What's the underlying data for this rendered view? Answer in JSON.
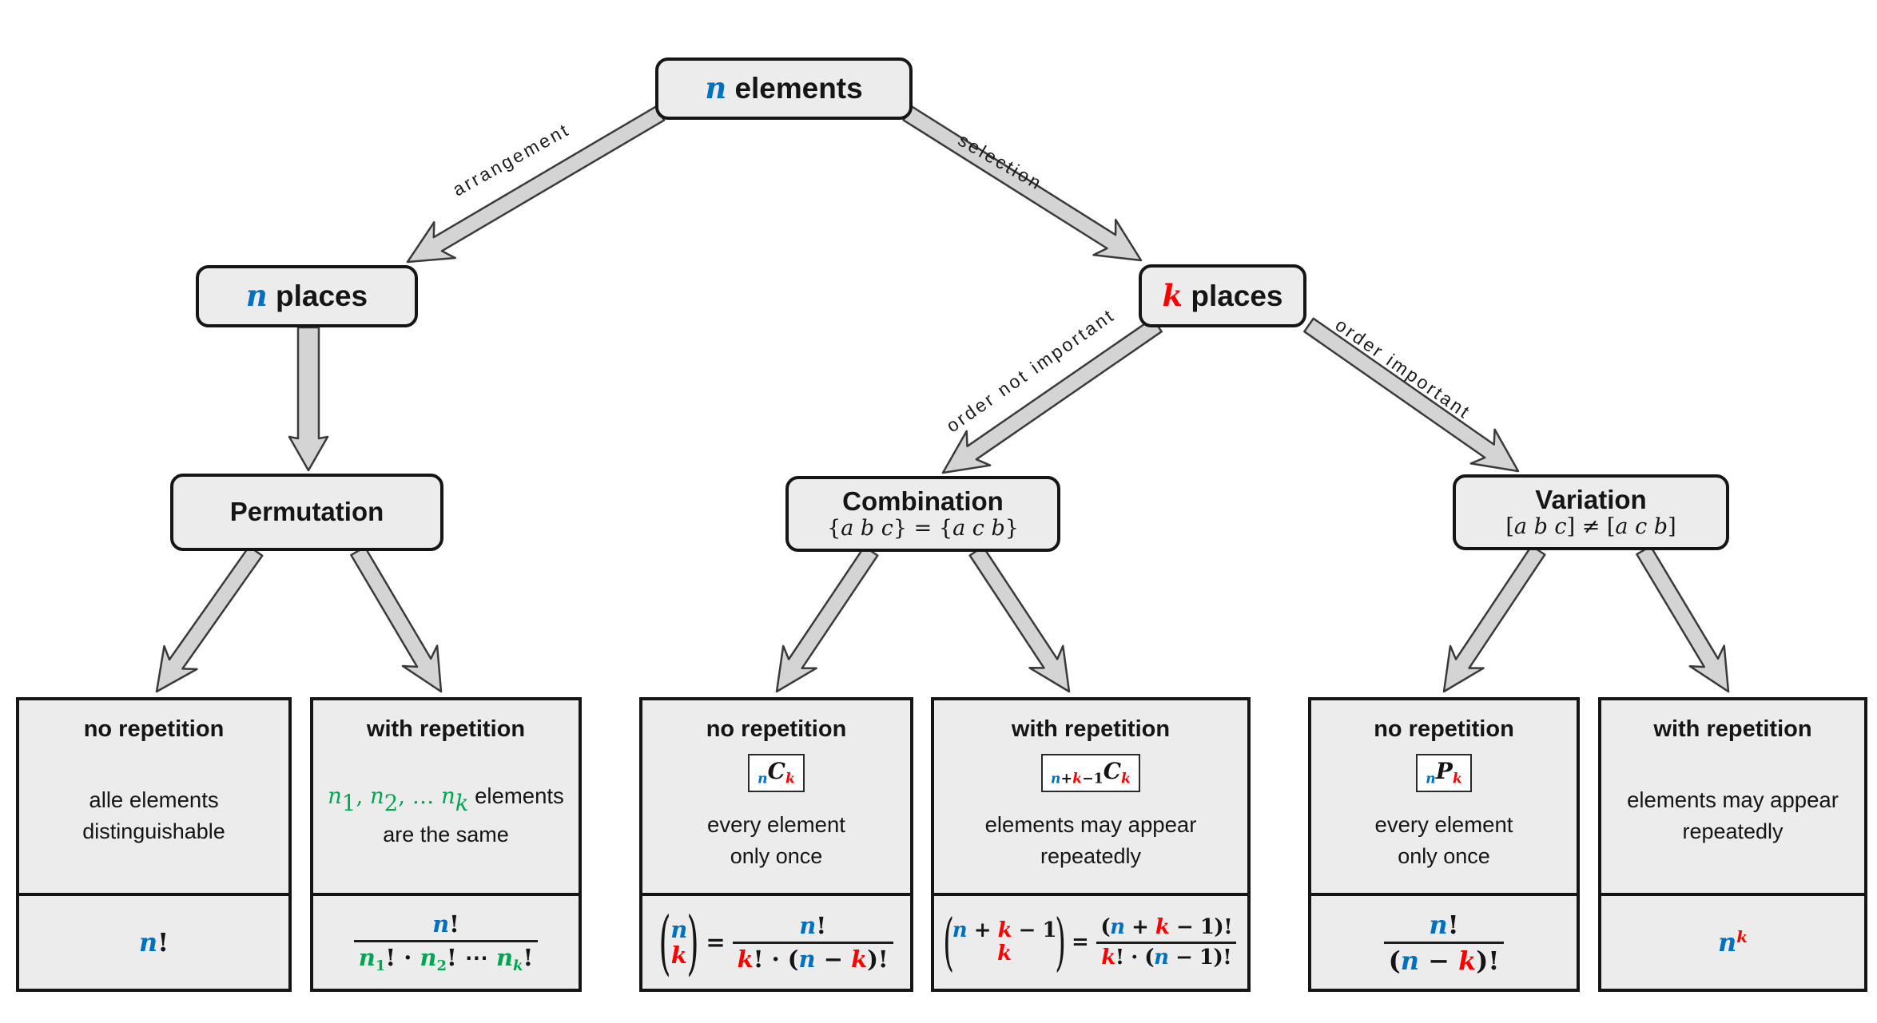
{
  "colors": {
    "blue": "#0070C0",
    "red": "#FF0000",
    "green": "#00A651",
    "ink": "#151515"
  },
  "nodes": {
    "root": {
      "label": [
        {
          "t": "n",
          "c": "blue",
          "i": 1
        },
        {
          "t": " elements",
          "pb": 1
        }
      ]
    },
    "n_places": {
      "label": [
        {
          "t": "n",
          "c": "blue",
          "i": 1
        },
        {
          "t": " places",
          "pb": 1
        }
      ]
    },
    "k_places": {
      "label": [
        {
          "t": "k",
          "c": "red",
          "i": 1
        },
        {
          "t": " places",
          "pb": 1
        }
      ]
    },
    "permutation": {
      "title": "Permutation"
    },
    "combination": {
      "title": "Combination",
      "subtitle": [
        {
          "t": "{"
        },
        {
          "t": "a b c",
          "i": 1
        },
        {
          "t": "} = {"
        },
        {
          "t": "a c b",
          "i": 1
        },
        {
          "t": "}"
        }
      ]
    },
    "variation": {
      "title": "Variation",
      "subtitle": [
        {
          "t": "["
        },
        {
          "t": "a b c",
          "i": 1
        },
        {
          "t": "] ≠ ["
        },
        {
          "t": "a c b",
          "i": 1
        },
        {
          "t": "]"
        }
      ]
    }
  },
  "edges": {
    "arrangement": "arrangement",
    "selection": "selection",
    "order_not_important": "order not important",
    "order_important": "order important"
  },
  "leaves": [
    {
      "header": "no repetition",
      "desc1": [
        {
          "t": "alle elements",
          "p": 1
        }
      ],
      "desc2": "distinguishable",
      "formula": [
        {
          "t": "n",
          "c": "blue",
          "i": 1
        },
        {
          "t": "!"
        }
      ]
    },
    {
      "header": "with repetition",
      "desc1": [
        {
          "t": "n",
          "c": "green",
          "i": 1
        },
        {
          "t": "1",
          "c": "green",
          "sub": 1
        },
        {
          "t": ", ",
          "c": "green"
        },
        {
          "t": "n",
          "c": "green",
          "i": 1
        },
        {
          "t": "2",
          "c": "green",
          "sub": 1
        },
        {
          "t": ", … ",
          "c": "green"
        },
        {
          "t": "n",
          "c": "green",
          "i": 1
        },
        {
          "t": "k",
          "c": "green",
          "i": 1,
          "sub": 1
        },
        {
          "t": " elements",
          "p": 1
        }
      ],
      "desc2": "are the same",
      "frac": {
        "num": [
          {
            "t": "n",
            "c": "blue",
            "i": 1
          },
          {
            "t": "!"
          }
        ],
        "den": [
          {
            "t": "n",
            "c": "green",
            "i": 1
          },
          {
            "t": "1",
            "c": "green",
            "sub": 1
          },
          {
            "t": "! · "
          },
          {
            "t": "n",
            "c": "green",
            "i": 1
          },
          {
            "t": "2",
            "c": "green",
            "sub": 1
          },
          {
            "t": "! ⋯ "
          },
          {
            "t": "n",
            "c": "green",
            "i": 1
          },
          {
            "t": "k",
            "c": "green",
            "i": 1,
            "sub": 1
          },
          {
            "t": "!"
          }
        ]
      }
    },
    {
      "header": "no repetition",
      "notation": [
        {
          "t": "n",
          "c": "blue",
          "sub": 1,
          "i": 1
        },
        {
          "t": "C",
          "i": 1
        },
        {
          "t": "k",
          "c": "red",
          "sub": 1,
          "i": 1
        }
      ],
      "desc1": [
        {
          "t": "every element",
          "p": 1
        }
      ],
      "desc2": "only once",
      "eq": "=",
      "binom": {
        "top": [
          {
            "t": "n",
            "c": "blue",
            "i": 1
          }
        ],
        "bottom": [
          {
            "t": "k",
            "c": "red",
            "i": 1
          }
        ]
      },
      "frac": {
        "num": [
          {
            "t": "n",
            "c": "blue",
            "i": 1
          },
          {
            "t": "!"
          }
        ],
        "den": [
          {
            "t": "k",
            "c": "red",
            "i": 1
          },
          {
            "t": "! · ("
          },
          {
            "t": "n",
            "c": "blue",
            "i": 1
          },
          {
            "t": " − "
          },
          {
            "t": "k",
            "c": "red",
            "i": 1
          },
          {
            "t": ")!"
          }
        ]
      }
    },
    {
      "header": "with repetition",
      "notation": [
        {
          "t": "n",
          "c": "blue",
          "sub": 1,
          "i": 1
        },
        {
          "t": "+",
          "sub": 1
        },
        {
          "t": "k",
          "c": "red",
          "sub": 1,
          "i": 1
        },
        {
          "t": "−1",
          "sub": 1
        },
        {
          "t": "C",
          "i": 1
        },
        {
          "t": "k",
          "c": "red",
          "sub": 1,
          "i": 1
        }
      ],
      "desc1": [
        {
          "t": "elements may appear",
          "p": 1
        }
      ],
      "desc2": "repeatedly",
      "eq": "=",
      "binom": {
        "top": [
          {
            "t": "n",
            "c": "blue",
            "i": 1
          },
          {
            "t": " + "
          },
          {
            "t": "k",
            "c": "red",
            "i": 1
          },
          {
            "t": " − 1"
          }
        ],
        "bottom": [
          {
            "t": "k",
            "c": "red",
            "i": 1
          }
        ]
      },
      "frac": {
        "num": [
          {
            "t": "("
          },
          {
            "t": "n",
            "c": "blue",
            "i": 1
          },
          {
            "t": " + "
          },
          {
            "t": "k",
            "c": "red",
            "i": 1
          },
          {
            "t": " − 1)!"
          }
        ],
        "den": [
          {
            "t": "k",
            "c": "red",
            "i": 1
          },
          {
            "t": "! · ("
          },
          {
            "t": "n",
            "c": "blue",
            "i": 1
          },
          {
            "t": " − 1)!"
          }
        ]
      }
    },
    {
      "header": "no repetition",
      "notation": [
        {
          "t": "n",
          "c": "blue",
          "sub": 1,
          "i": 1
        },
        {
          "t": "P",
          "i": 1
        },
        {
          "t": "k",
          "c": "red",
          "sub": 1,
          "i": 1
        }
      ],
      "desc1": [
        {
          "t": "every element",
          "p": 1
        }
      ],
      "desc2": "only once",
      "frac": {
        "num": [
          {
            "t": "n",
            "c": "blue",
            "i": 1
          },
          {
            "t": "!"
          }
        ],
        "den": [
          {
            "t": "("
          },
          {
            "t": "n",
            "c": "blue",
            "i": 1
          },
          {
            "t": " − "
          },
          {
            "t": "k",
            "c": "red",
            "i": 1
          },
          {
            "t": ")!"
          }
        ]
      }
    },
    {
      "header": "with repetition",
      "desc1": [
        {
          "t": "elements may appear",
          "p": 1
        }
      ],
      "desc2": "repeatedly",
      "formula": [
        {
          "t": "n",
          "c": "blue",
          "i": 1
        },
        {
          "t": "k",
          "c": "red",
          "i": 1,
          "sup": 1
        }
      ]
    }
  ]
}
